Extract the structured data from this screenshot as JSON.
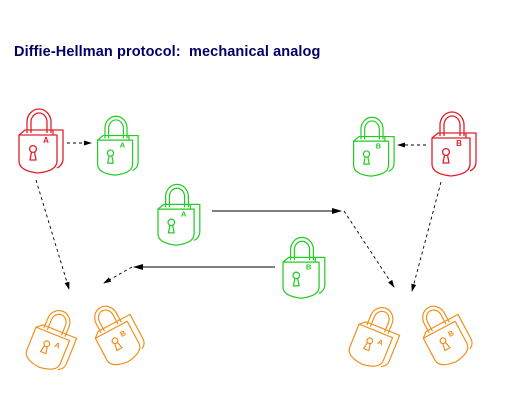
{
  "title": "Diffie-Hellman protocol:  mechanical analog",
  "colors": {
    "title": "#000066",
    "private_lock": "#e0202a",
    "public_lock": "#22cc22",
    "shared_lock": "#f08c14",
    "arrow": "#000000"
  },
  "locks": {
    "private_a": {
      "label": "A",
      "icon": "padlock-open-red"
    },
    "public_a": {
      "label": "A",
      "icon": "padlock-open-green"
    },
    "public_b": {
      "label": "B",
      "icon": "padlock-open-green"
    },
    "private_b": {
      "label": "B",
      "icon": "padlock-open-red"
    },
    "exchanged_a": {
      "label": "A",
      "icon": "padlock-open-green"
    },
    "exchanged_b": {
      "label": "B",
      "icon": "padlock-open-green"
    }
  },
  "shared_left": {
    "label_a": "A",
    "label_b": "B",
    "icon": "interlocked-padlocks-orange"
  },
  "shared_right": {
    "label_a": "A",
    "label_b": "B",
    "icon": "interlocked-padlocks-orange"
  }
}
